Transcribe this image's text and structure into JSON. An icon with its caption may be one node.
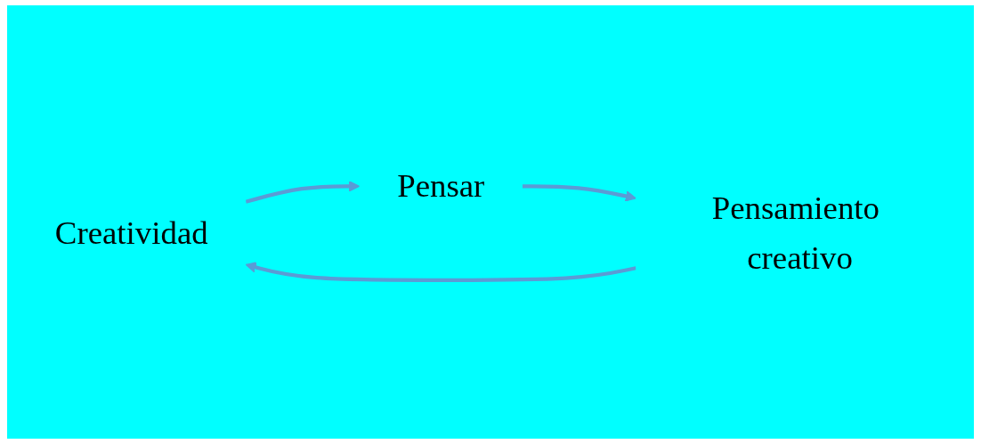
{
  "diagram": {
    "nodes": [
      {
        "text": [
          "Creatividad"
        ]
      },
      {
        "text": [
          "Pensar"
        ]
      },
      {
        "text": [
          "Pensamiento creativo"
        ]
      }
    ],
    "edges": [
      {
        "from": 0,
        "to": 1,
        "arrow": "to"
      },
      {
        "from": 1,
        "to": 2,
        "arrow": "to"
      },
      {
        "from": 2,
        "to": 0,
        "arrow": "to"
      }
    ]
  }
}
